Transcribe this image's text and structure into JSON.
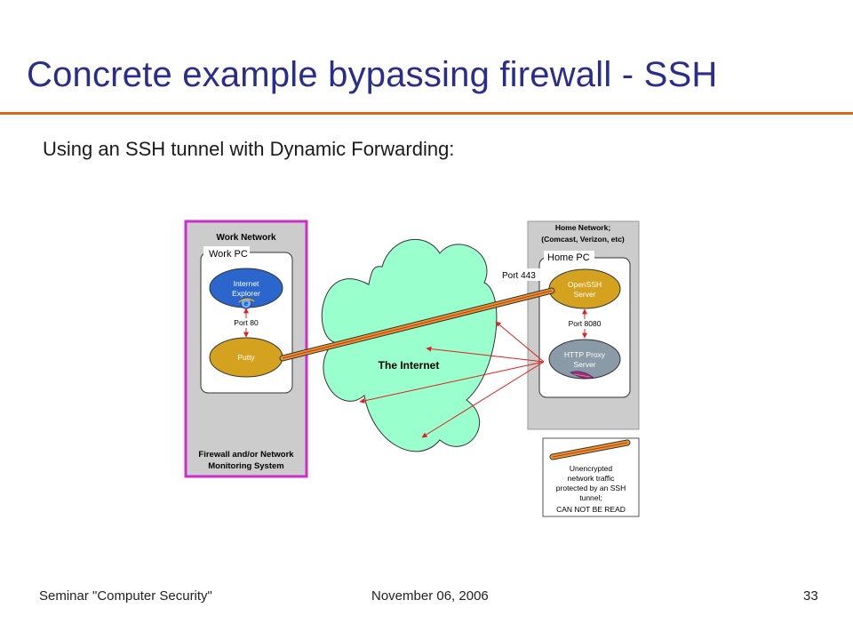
{
  "slide": {
    "title": "Concrete example bypassing firewall - SSH",
    "subtitle": "Using an SSH tunnel with Dynamic Forwarding:"
  },
  "diagram": {
    "work_network": {
      "label": "Work Network",
      "pc_label": "Work PC",
      "internet_explorer": [
        "Internet",
        "Explorer"
      ],
      "port_label": "Port 80",
      "putty": "Putty",
      "firewall": [
        "Firewall and/or Network",
        "Monitoring System"
      ]
    },
    "internet": {
      "label": "The Internet"
    },
    "home_network": {
      "label": [
        "Home Network;",
        "(Comcast, Verizon, etc)"
      ],
      "pc_label": "Home PC",
      "openssh": [
        "OpenSSH",
        "Server"
      ],
      "port_label": "Port 8080",
      "proxy": [
        "HTTP Proxy",
        "Server"
      ]
    },
    "tunnel_port": "Port 443",
    "legend": [
      "Unencrypted",
      "network traffic",
      "protected by an SSH",
      "tunnel;",
      "CAN NOT BE READ"
    ]
  },
  "footer": {
    "left": "Seminar \"Computer Security\"",
    "center": "November 06, 2006",
    "page_number": "33"
  },
  "colors": {
    "title": "#2a2d8c",
    "rule": "#d9691a",
    "firewall_border": "#cc2ecc",
    "cloud": "#99ffcc",
    "node_gold": "#d4a21e",
    "node_blue": "#2a66cc",
    "node_gray": "#8a9aa6",
    "arrow_red": "#e02020"
  }
}
